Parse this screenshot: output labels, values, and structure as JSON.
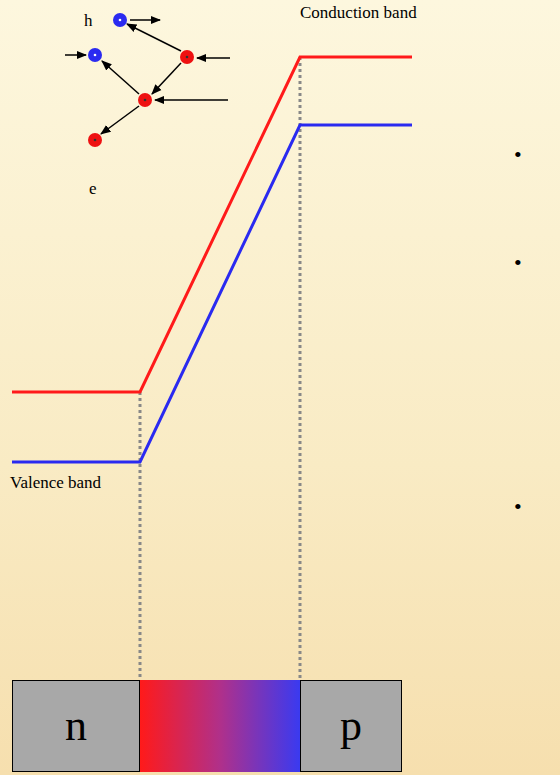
{
  "diagram": {
    "nodes": [
      {
        "text": [
          "n"
        ]
      },
      {
        "text": [
          "p"
        ]
      }
    ],
    "labels": [
      "Conduction band",
      "h",
      "e",
      "Valence band",
      "•",
      "•",
      "•"
    ]
  }
}
